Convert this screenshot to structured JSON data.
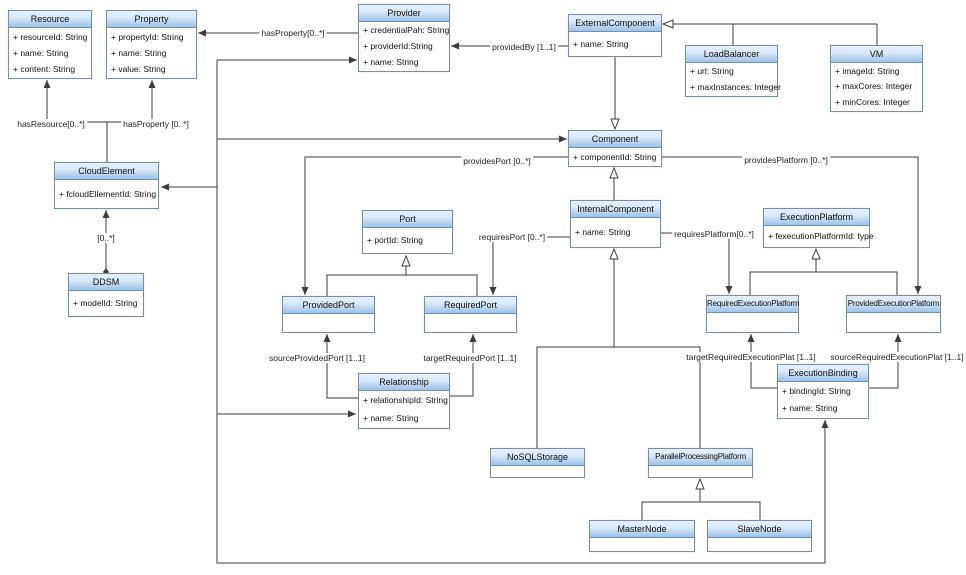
{
  "diagram": {
    "colors": {
      "header_top": "#dcebfb",
      "header_bottom": "#9cc3e9",
      "box_border": "#7d8da0",
      "line": "#3c3c3c",
      "background": "#ffffff"
    },
    "classes": {
      "resource": {
        "title": "Resource",
        "attrs": [
          "+ resourceId: String",
          "+ name: String",
          "+ content: String"
        ]
      },
      "property": {
        "title": "Property",
        "attrs": [
          "+ propertyId: String",
          "+ name: String",
          "+ value: String"
        ]
      },
      "provider": {
        "title": "Provider",
        "attrs": [
          "+ credentialPah: String",
          "+ providerId:String",
          "+ name: String"
        ]
      },
      "external_component": {
        "title": "ExternalComponent",
        "attrs": [
          "+ name: String"
        ]
      },
      "load_balancer": {
        "title": "LoadBalancer",
        "attrs": [
          "+ url: String",
          "+ maxInstances: Integer"
        ]
      },
      "vm": {
        "title": "VM",
        "attrs": [
          "+ imageId: String",
          "+ maxCores: Integer",
          "+ minCores: Integer"
        ]
      },
      "component": {
        "title": "Component",
        "attrs": [
          "+ componentId: String"
        ]
      },
      "cloud_element": {
        "title": "CloudElement",
        "attrs": [
          "+ fcloudEllementId: String"
        ]
      },
      "port": {
        "title": "Port",
        "attrs": [
          "+ portId: String"
        ]
      },
      "internal_component": {
        "title": "InternalComponent",
        "attrs": [
          "+ name: String"
        ]
      },
      "execution_platform": {
        "title": "ExecutionPlatform",
        "attrs": [
          "+ fexecutionPlatformId: type"
        ]
      },
      "ddsm": {
        "title": "DDSM",
        "attrs": [
          "+ modelId: String"
        ]
      },
      "provided_port": {
        "title": "ProvidedPort",
        "attrs": []
      },
      "required_port": {
        "title": "RequiredPort",
        "attrs": []
      },
      "required_execution_platform": {
        "title": "RequiredExecutionPlatform",
        "attrs": []
      },
      "provided_execution_platform": {
        "title": "ProvidedExecutionPlatform",
        "attrs": []
      },
      "relationship": {
        "title": "Relationship",
        "attrs": [
          "+ relationshipId: String",
          "+ name: String"
        ]
      },
      "execution_binding": {
        "title": "ExecutionBinding",
        "attrs": [
          "+ bindingId: String",
          "+ name: String"
        ]
      },
      "nosql_storage": {
        "title": "NoSQLStorage",
        "attrs": []
      },
      "parallel_processing_platform": {
        "title": "ParallelProcessingPlatform",
        "attrs": []
      },
      "master_node": {
        "title": "MasterNode",
        "attrs": []
      },
      "slave_node": {
        "title": "SlaveNode",
        "attrs": []
      }
    },
    "edge_labels": {
      "has_resource": "hasResource[0..*]",
      "has_property_cloud": "hasProperty [0..*]",
      "has_property_provider": "hasProperty[0..*]",
      "provided_by": "providedBy [1..1]",
      "provides_port": "providesPort [0..*]",
      "provides_platform": "providesPlatform [0..*]",
      "requires_port": "requiresPort [0..*]",
      "requires_platform": "requiresPlatform[0..*]",
      "ddsm_multiplicity": "[0..*]",
      "source_provided_port": "sourceProvidedPort [1..1]",
      "target_required_port": "targetRequiredPort [1..1]",
      "target_required_execution_plat": "targetRequiredExecutionPlat [1..1]",
      "source_required_execution_plat": "sourceRequiredExecutionPlat [1..1]"
    }
  }
}
